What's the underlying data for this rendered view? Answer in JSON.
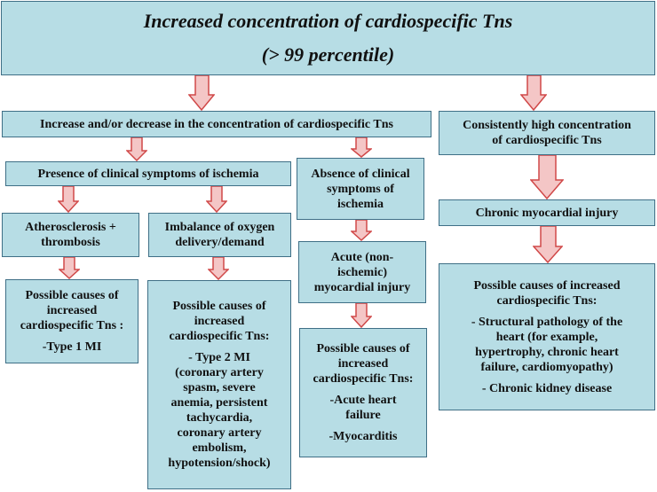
{
  "colors": {
    "box_fill": "#b7dde5",
    "box_border": "#3f6f86",
    "arrow_fill": "#f4c6c6",
    "arrow_stroke": "#d04848"
  },
  "top": {
    "line1": "Increased concentration of cardiospecific Tns",
    "line2": "(> 99 percentile)"
  },
  "increase": {
    "text": "Increase and/or decrease in the concentration of cardiospecific Tns"
  },
  "consistent": {
    "line1": "Consistently high concentration",
    "line2": "of cardiospecific Tns"
  },
  "presence": {
    "text": "Presence of clinical symptoms  of  ischemia"
  },
  "absence": {
    "line1": "Absence of clinical",
    "line2": "symptoms of",
    "line3": "ischemia"
  },
  "chronic": {
    "text": "Chronic myocardial injury"
  },
  "athero": {
    "line1": "Atherosclerosis  +",
    "line2": "thrombosis"
  },
  "imbalance": {
    "line1": "Imbalance of oxygen",
    "line2": "delivery/demand"
  },
  "acute_injury": {
    "line1": "Acute (non-",
    "line2": "ischemic)",
    "line3": "myocardial injury"
  },
  "causes_type1": {
    "line1": "Possible causes of",
    "line2": "increased",
    "line3": "cardiospecific Tns :",
    "item1": "-Type 1 MI"
  },
  "causes_type2": {
    "line1": "Possible causes of",
    "line2": "increased",
    "line3": "cardiospecific Tns:",
    "item1": "- Type 2 MI",
    "item2": "(coronary artery",
    "item3": "spasm, severe",
    "item4": "anemia, persistent",
    "item5": "tachycardia,",
    "item6": "coronary artery",
    "item7": "embolism,",
    "item8": "hypotension/shock)"
  },
  "causes_acute": {
    "line1": "Possible causes of",
    "line2": "increased",
    "line3": "cardiospecific Tns:",
    "item1": "-Acute heart",
    "item2": "failure",
    "item3": "-Myocarditis"
  },
  "causes_chronic": {
    "line1": "Possible causes of increased",
    "line2": "cardiospecific Tns:",
    "item1": "- Structural pathology of the",
    "item2": "heart (for example,",
    "item3": "hypertrophy, chronic heart",
    "item4": "failure, cardiomyopathy)",
    "item5": "- Chronic kidney disease"
  }
}
